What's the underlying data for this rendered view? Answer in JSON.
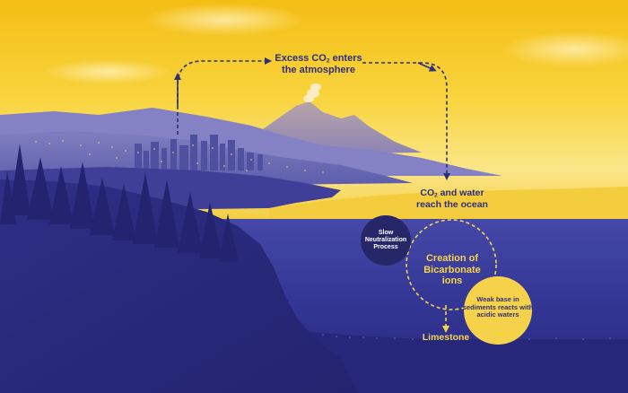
{
  "labels": {
    "atmosphere": {
      "line1_pre": "Excess CO",
      "line1_sub": "2",
      "line1_post": " enters",
      "line2": "the atmosphere"
    },
    "ocean": {
      "line1_pre": "CO",
      "line1_sub": "2",
      "line1_post": " and water",
      "line2": "reach the ocean"
    },
    "slow_process": "Slow Neutralization Process",
    "bicarbonate": "Creation of Bicarbonate ions",
    "weak_base": "Weak base in sediments reacts with acidic waters",
    "limestone": "Limestone"
  },
  "colors": {
    "sky_top": "#f5c21b",
    "sky_bottom": "#f9e488",
    "navy": "#2d2f7f",
    "ocean_deep": "#2b2c86",
    "yellow_circle": "#f6d24a",
    "dark_circle": "#292a70"
  },
  "icons": {
    "arrow_up": "arrow-up-icon",
    "arrow_right": "arrow-right-icon",
    "arrow_down": "arrow-down-icon"
  }
}
